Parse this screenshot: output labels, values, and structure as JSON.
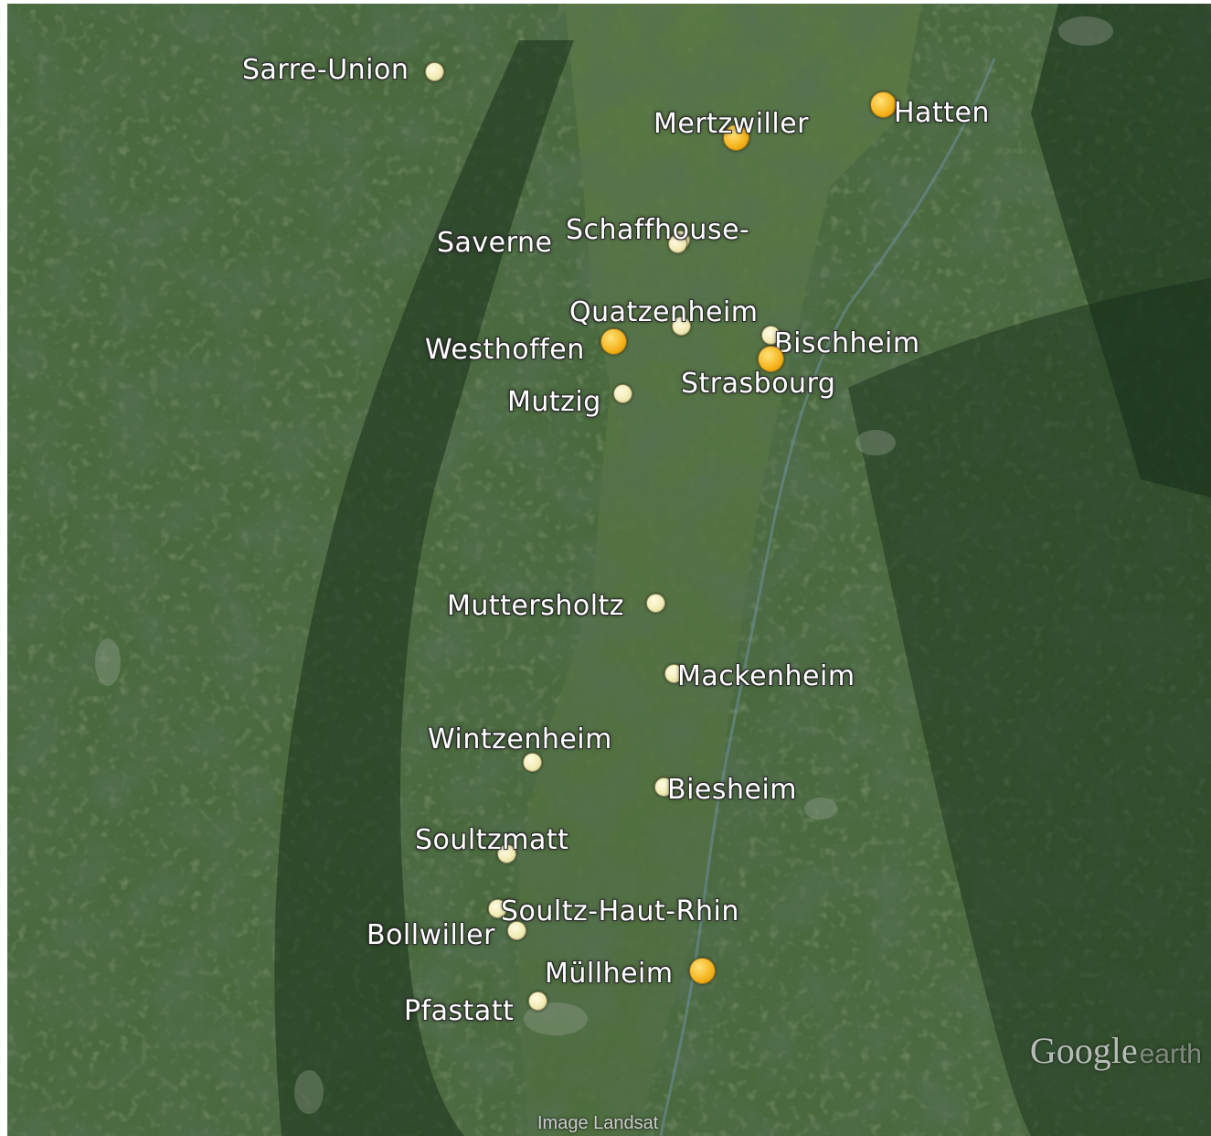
{
  "map": {
    "places": [
      {
        "name": "Sarre-Union",
        "kind": "small",
        "side": "left"
      },
      {
        "name": "Mertzwiller",
        "kind": "large",
        "side": "above"
      },
      {
        "name": "Hatten",
        "kind": "large",
        "side": "right"
      },
      {
        "name": "Saverne",
        "kind": "small",
        "side": "left"
      },
      {
        "name": "Schaffhouse-",
        "kind": "small",
        "side": "above"
      },
      {
        "name": "Quatzenheim",
        "kind": "small",
        "side": "above"
      },
      {
        "name": "Westhoffen",
        "kind": "large",
        "side": "left"
      },
      {
        "name": "Bischheim",
        "kind": "small",
        "side": "right"
      },
      {
        "name": "Strasbourg",
        "kind": "large",
        "side": "below"
      },
      {
        "name": "Mutzig",
        "kind": "small",
        "side": "left"
      },
      {
        "name": "Muttersholtz",
        "kind": "small",
        "side": "left"
      },
      {
        "name": "Mackenheim",
        "kind": "small",
        "side": "right"
      },
      {
        "name": "Wintzenheim",
        "kind": "small",
        "side": "above"
      },
      {
        "name": "Biesheim",
        "kind": "small",
        "side": "right"
      },
      {
        "name": "Soultzmatt",
        "kind": "small",
        "side": "above"
      },
      {
        "name": "Soultz-Haut-Rhin",
        "kind": "small",
        "side": "right"
      },
      {
        "name": "Bollwiller",
        "kind": "small",
        "side": "left"
      },
      {
        "name": "Müllheim",
        "kind": "large",
        "side": "left"
      },
      {
        "name": "Pfastatt",
        "kind": "small",
        "side": "left"
      }
    ]
  },
  "watermark": {
    "brand": "Google",
    "product": "earth"
  },
  "attribution": "Image Landsat",
  "colors": {
    "large_marker": "#f5b21a",
    "small_marker": "#f2ecb6",
    "label_text": "#ffffff"
  }
}
